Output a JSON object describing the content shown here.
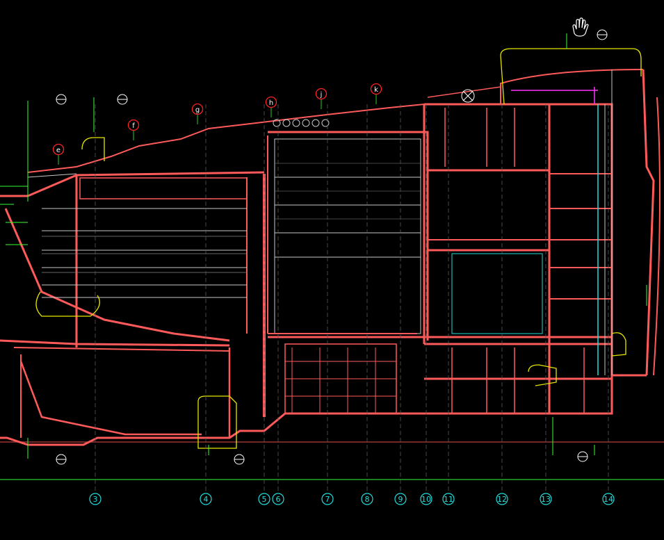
{
  "colors": {
    "background": "#000000",
    "wall": "#ff5a5a",
    "line": "#ffffff",
    "annotation": "#33ff33",
    "grid_circle": "#22dddd",
    "detail_marker": "#ff2222",
    "highlight_cloud": "#e6e600",
    "accent_magenta": "#ff33ff",
    "topbar": "#1f4fb0"
  },
  "detail_markers": [
    "e",
    "f",
    "g",
    "h",
    "j",
    "k"
  ],
  "grid_axes": [
    "3",
    "4",
    "5",
    "6",
    "7",
    "8",
    "9",
    "10",
    "11",
    "12",
    "13",
    "14"
  ],
  "hand_icon": "hand-cursor-icon"
}
